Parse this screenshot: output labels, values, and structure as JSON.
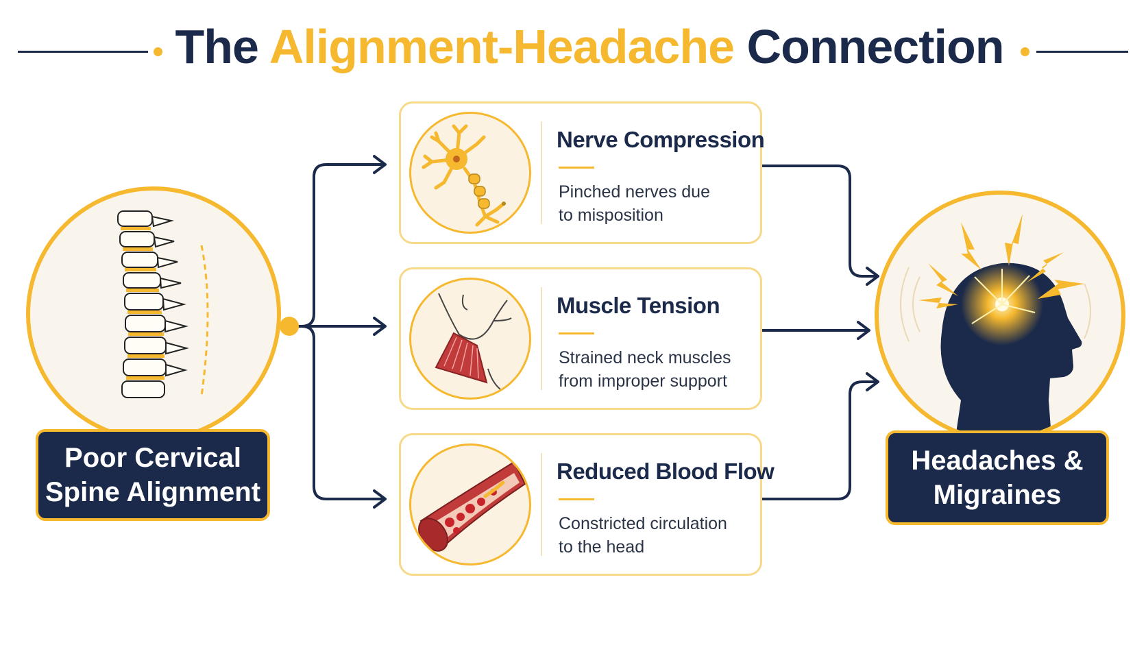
{
  "title": {
    "part1": "The ",
    "highlight": "Alignment-Headache",
    "part2": " Connection"
  },
  "source": {
    "label_line1": "Poor Cervical",
    "label_line2": "Spine Alignment",
    "icon": "spine-icon"
  },
  "causes": [
    {
      "title": "Nerve Compression",
      "desc_line1": "Pinched nerves due",
      "desc_line2": "to misposition",
      "icon": "neuron-icon"
    },
    {
      "title": "Muscle Tension",
      "desc_line1": "Strained neck muscles",
      "desc_line2": "from improper support",
      "icon": "neck-muscle-icon"
    },
    {
      "title": "Reduced Blood Flow",
      "desc_line1": "Constricted circulation",
      "desc_line2": "to the head",
      "icon": "blood-vessel-icon"
    }
  ],
  "outcome": {
    "label_line1": "Headaches &",
    "label_line2": "Migraines",
    "icon": "head-pain-icon"
  },
  "colors": {
    "navy": "#1b2a4a",
    "gold": "#f5b82e",
    "cream": "#faf5ec",
    "muscle_red": "#c23b3b"
  }
}
